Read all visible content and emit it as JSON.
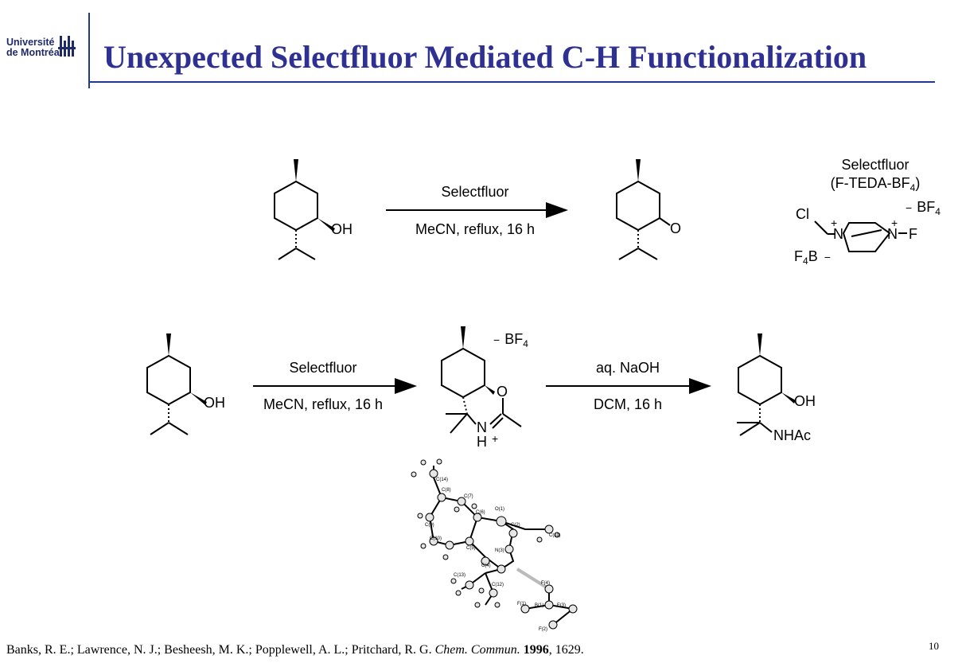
{
  "header": {
    "logo_line1": "Université",
    "logo_line2": "de Montréal",
    "title": "Unexpected Selectfluor Mediated C-H Functionalization"
  },
  "reaction1": {
    "reagent": "Selectfluor",
    "conditions": "MeCN, reflux, 16 h",
    "start_oh": "OH",
    "product_o": "O"
  },
  "selectfluor_box": {
    "name": "Selectfluor",
    "formula_pre": "(F-TEDA-BF",
    "formula_sub": "4",
    "formula_post": ")",
    "cl": "Cl",
    "n_left": "N",
    "n_right": "N",
    "f": "F",
    "plus": "+",
    "minus": "−",
    "bf_top": "BF",
    "bf_top_sub": "4",
    "bf_bottom_pre": "F",
    "bf_bottom_sub": "4",
    "bf_bottom_post": "B"
  },
  "reaction2": {
    "reagent": "Selectfluor",
    "conditions": "MeCN, reflux, 16 h",
    "start_oh": "OH",
    "intermediate_counterion": "BF",
    "intermediate_counterion_sub": "4",
    "minus": "−",
    "o": "O",
    "n": "N",
    "h": "H",
    "plus": "+"
  },
  "reaction3": {
    "reagent": "aq. NaOH",
    "conditions": "DCM, 16 h",
    "product_oh": "OH",
    "product_nhac": "NHAc"
  },
  "crystal_labels": [
    "C(14)",
    "C(8)",
    "C(7)",
    "C(9)",
    "C(6)",
    "O(1)",
    "C(2)",
    "C(11)",
    "C(10)",
    "C(5)",
    "N(3)",
    "C(4)",
    "C(13)",
    "C(12)",
    "F(4)",
    "F(1)",
    "B(1)",
    "F(3)",
    "F(2)"
  ],
  "footer": {
    "citation_authors": "Banks, R. E.; Lawrence, N. J.; Besheesh, M. K.; Popplewell, A. L.; Pritchard, R. G. ",
    "citation_journal": "Chem. Commun.",
    "citation_year": "1996",
    "citation_pages": ", 1629.",
    "page_number": "10"
  },
  "colors": {
    "title": "#2e3192",
    "rule": "#1f3a93",
    "logo": "#1f2a6b"
  }
}
